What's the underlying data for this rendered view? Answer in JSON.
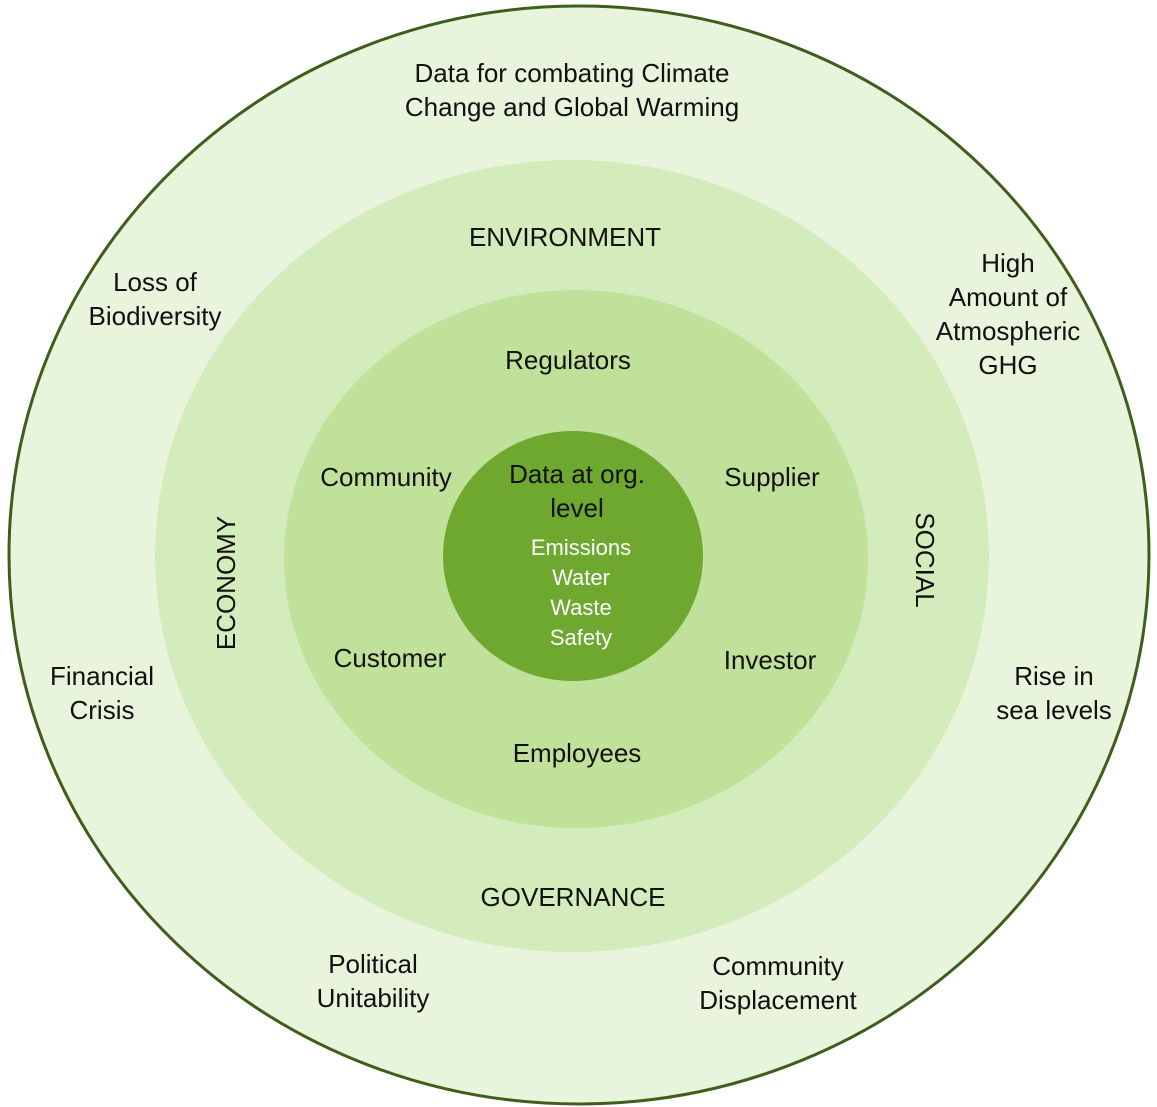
{
  "outer": {
    "top": [
      "Data for combating Climate",
      "Change and Global Warming"
    ],
    "biodiversity": [
      "Loss of",
      "Biodiversity"
    ],
    "ghg": [
      "High",
      "Amount of",
      "Atmospheric",
      "GHG"
    ],
    "financial": [
      "Financial",
      "Crisis"
    ],
    "sea": [
      "Rise in",
      "sea levels"
    ],
    "political": [
      "Political",
      "Unitability"
    ],
    "displacement": [
      "Community",
      "Displacement"
    ]
  },
  "esg": {
    "environment": "ENVIRONMENT",
    "economy": "ECONOMY",
    "social": "SOCIAL",
    "governance": "GOVERNANCE"
  },
  "stakeholders": {
    "regulators": "Regulators",
    "community": "Community",
    "supplier": "Supplier",
    "customer": "Customer",
    "investor": "Investor",
    "employees": "Employees"
  },
  "core": {
    "title": [
      "Data at org.",
      "level"
    ],
    "items": [
      "Emissions",
      "Water",
      "Waste",
      "Safety"
    ]
  },
  "colors": {
    "outer": "#e8f4dc",
    "ring2": "#d4ebbb",
    "ring3": "#c0e19a",
    "core": "#6ea82f",
    "stroke": "#3f5e1c"
  }
}
